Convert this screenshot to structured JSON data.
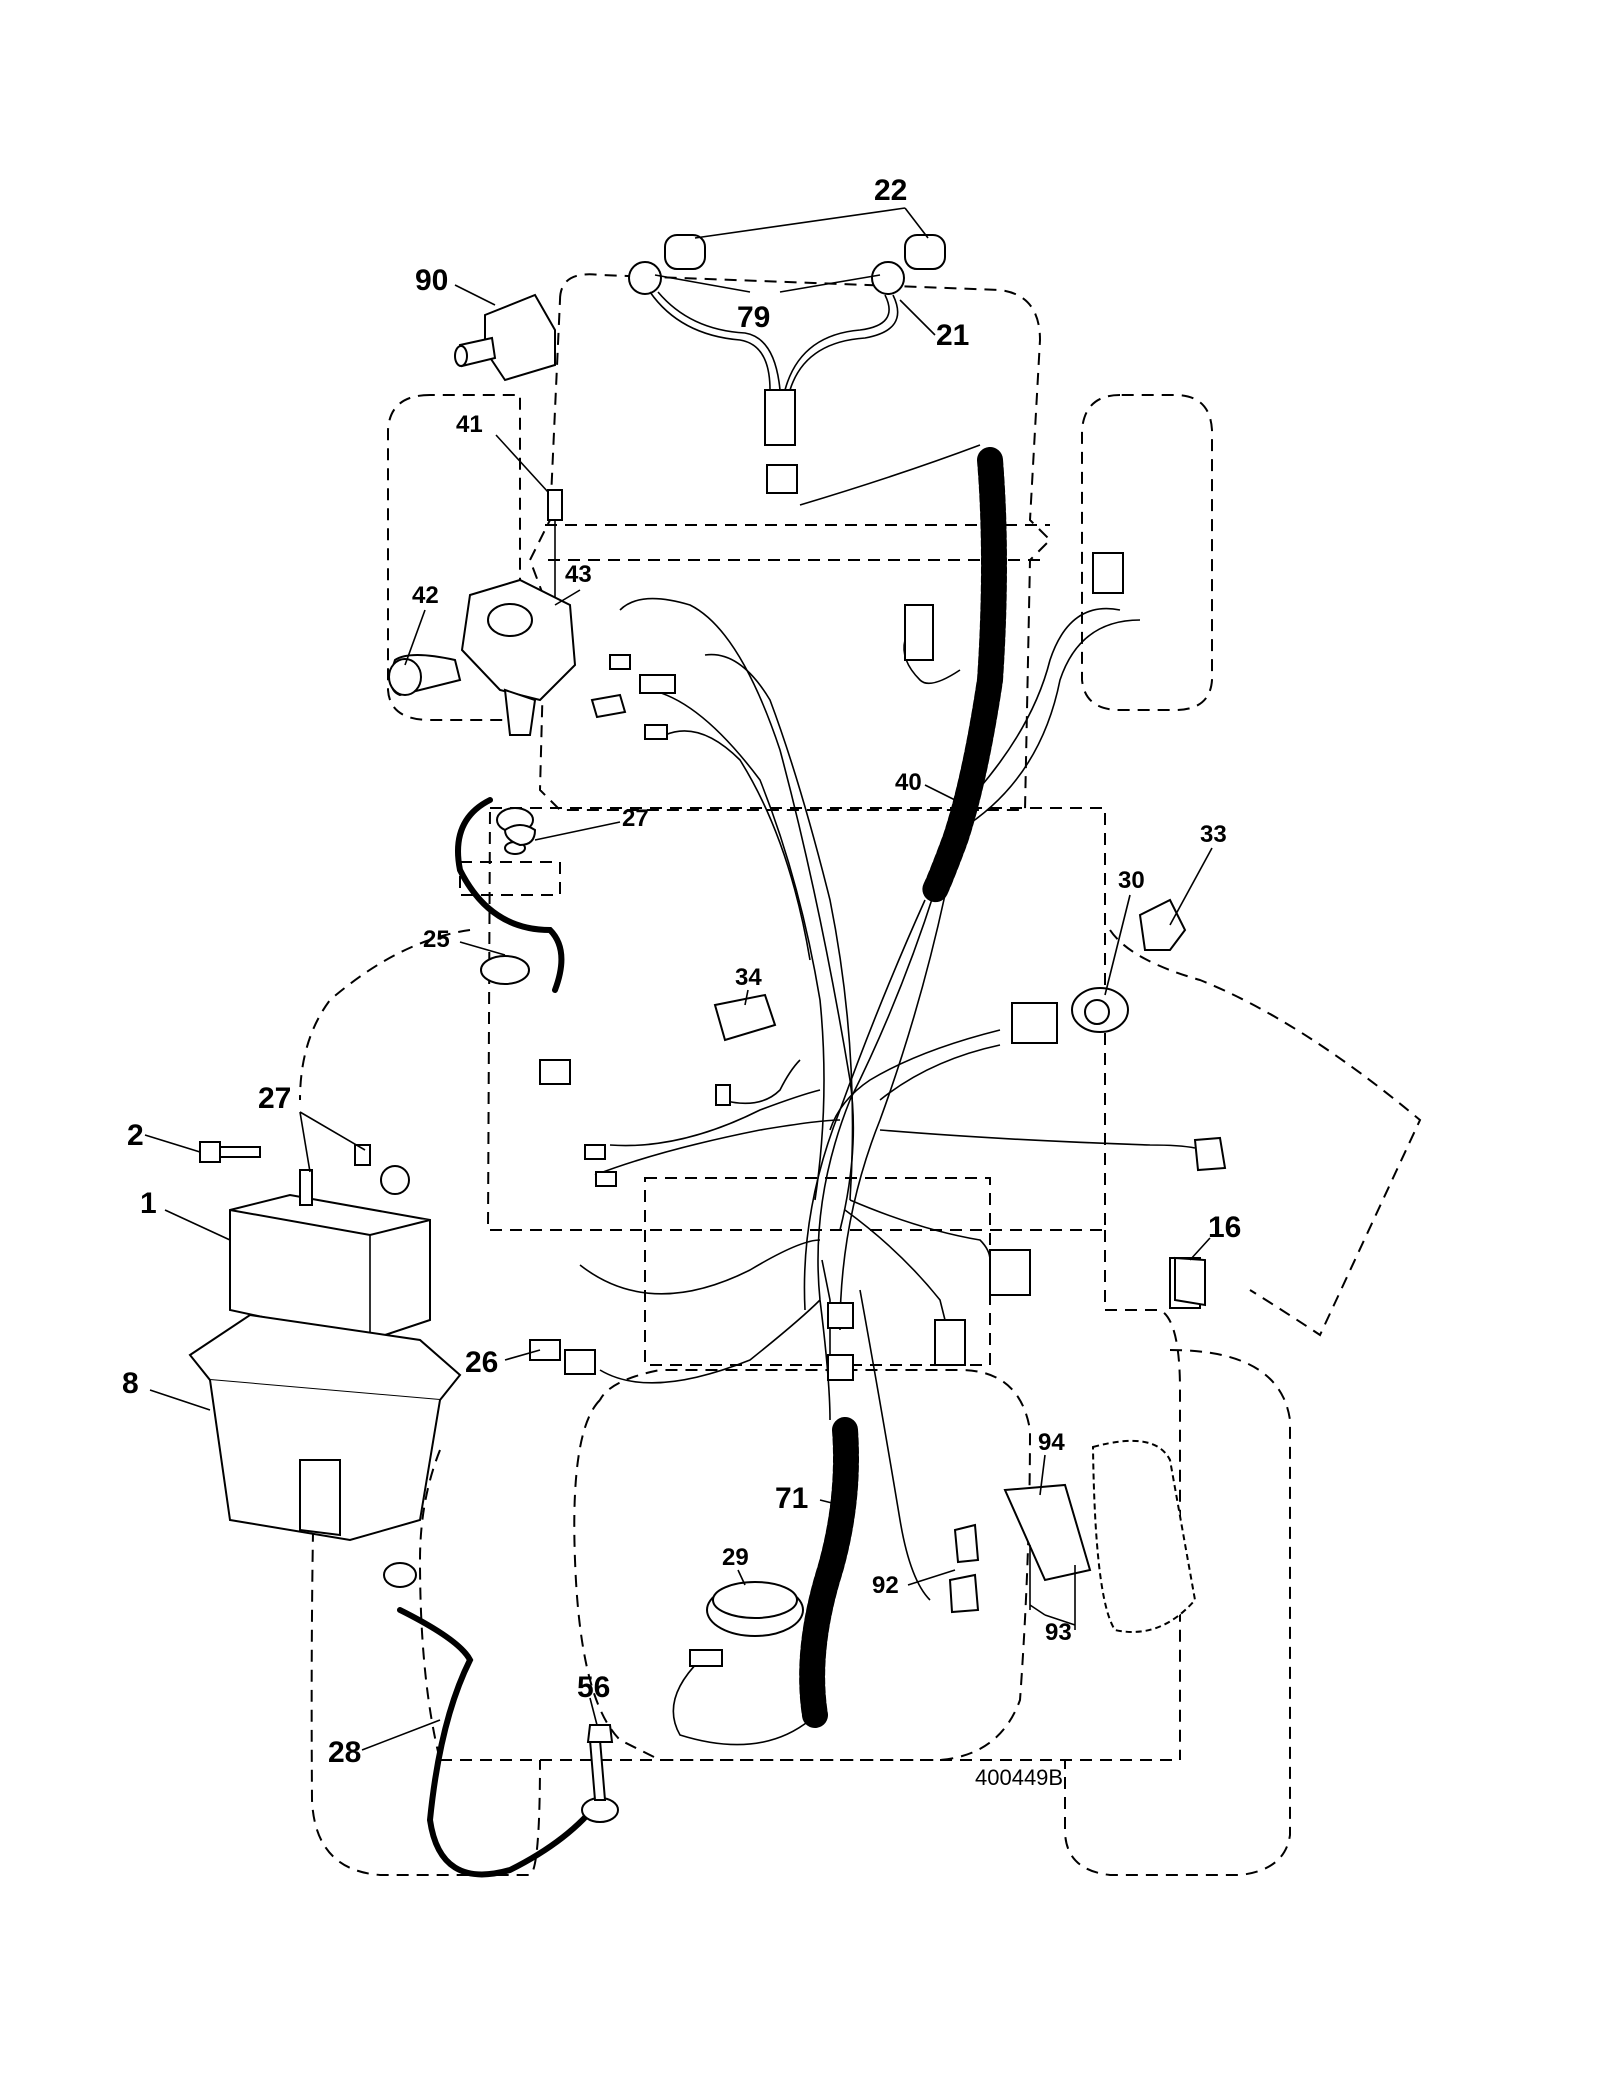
{
  "callouts": [
    {
      "id": "c22",
      "text": "22"
    },
    {
      "id": "c90",
      "text": "90"
    },
    {
      "id": "c79",
      "text": "79"
    },
    {
      "id": "c21",
      "text": "21"
    },
    {
      "id": "c41",
      "text": "41"
    },
    {
      "id": "c43",
      "text": "43"
    },
    {
      "id": "c42",
      "text": "42"
    },
    {
      "id": "c27a",
      "text": "27"
    },
    {
      "id": "c40",
      "text": "40"
    },
    {
      "id": "c33",
      "text": "33"
    },
    {
      "id": "c30",
      "text": "30"
    },
    {
      "id": "c25",
      "text": "25"
    },
    {
      "id": "c34",
      "text": "34"
    },
    {
      "id": "c27b",
      "text": "27"
    },
    {
      "id": "c2",
      "text": "2"
    },
    {
      "id": "c1",
      "text": "1"
    },
    {
      "id": "c16",
      "text": "16"
    },
    {
      "id": "c26",
      "text": "26"
    },
    {
      "id": "c8",
      "text": "8"
    },
    {
      "id": "c94",
      "text": "94"
    },
    {
      "id": "c71",
      "text": "71"
    },
    {
      "id": "c29",
      "text": "29"
    },
    {
      "id": "c92",
      "text": "92"
    },
    {
      "id": "c93",
      "text": "93"
    },
    {
      "id": "c56",
      "text": "56"
    },
    {
      "id": "c28",
      "text": "28"
    }
  ],
  "diagram_code": "400449B"
}
